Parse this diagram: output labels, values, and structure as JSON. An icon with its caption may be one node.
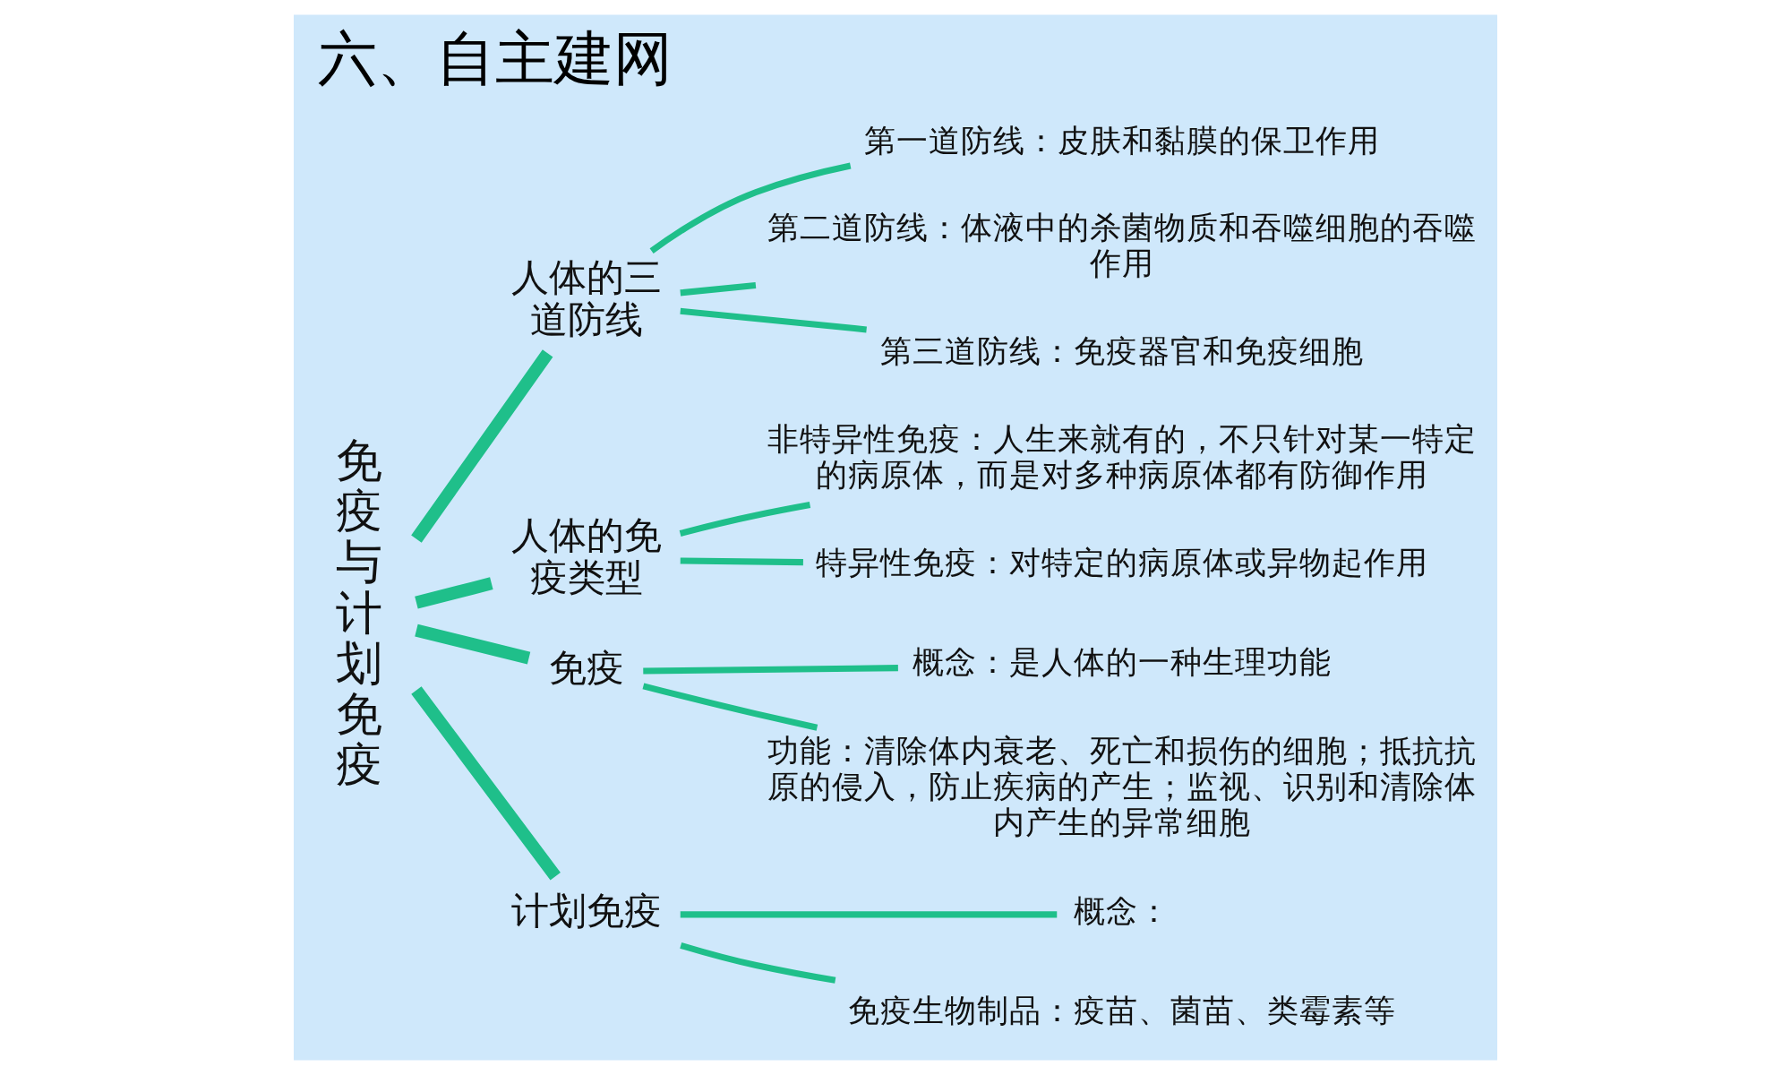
{
  "diagram": {
    "title": "六、自主建网",
    "nodes": [
      {
        "text": [
          "免疫与计划免疫"
        ]
      },
      {
        "text": [
          "人体的三道防线"
        ]
      },
      {
        "text": [
          "第一道防线：皮肤和黏膜的保卫作用"
        ]
      },
      {
        "text": [
          "第二道防线：体液中的杀菌物质和吞噬细胞的吞噬作用"
        ]
      },
      {
        "text": [
          "第三道防线：免疫器官和免疫细胞"
        ]
      },
      {
        "text": [
          "人体的免疫类型"
        ]
      },
      {
        "text": [
          "非特异性免疫：人生来就有的，不只针对某一特定的病原体，而是对多种病原体都有防御作用"
        ]
      },
      {
        "text": [
          "特异性免疫：对特定的病原体或异物起作用"
        ]
      },
      {
        "text": [
          "免疫"
        ]
      },
      {
        "text": [
          "概念：是人体的一种生理功能"
        ]
      },
      {
        "text": [
          "功能：清除体内衰老、死亡和损伤的细胞；抵抗抗原的侵入，防止疾病的产生；监视、识别和清除体内产生的异常细胞"
        ]
      },
      {
        "text": [
          "计划免疫"
        ]
      },
      {
        "text": [
          "概念："
        ]
      },
      {
        "text": [
          "免疫生物制品：疫苗、菌苗、类霉素等"
        ]
      }
    ],
    "edges": [
      {
        "from": 0,
        "to": 1,
        "arrow": "none",
        "style": "thick"
      },
      {
        "from": 0,
        "to": 5,
        "arrow": "none",
        "style": "thick"
      },
      {
        "from": 0,
        "to": 8,
        "arrow": "none",
        "style": "thick"
      },
      {
        "from": 0,
        "to": 11,
        "arrow": "none",
        "style": "thick"
      },
      {
        "from": 1,
        "to": 2,
        "arrow": "none"
      },
      {
        "from": 1,
        "to": 3,
        "arrow": "none"
      },
      {
        "from": 1,
        "to": 4,
        "arrow": "none"
      },
      {
        "from": 5,
        "to": 6,
        "arrow": "none"
      },
      {
        "from": 5,
        "to": 7,
        "arrow": "none"
      },
      {
        "from": 8,
        "to": 9,
        "arrow": "none"
      },
      {
        "from": 8,
        "to": 10,
        "arrow": "none"
      },
      {
        "from": 11,
        "to": 12,
        "arrow": "none"
      },
      {
        "from": 11,
        "to": 13,
        "arrow": "none"
      }
    ]
  }
}
